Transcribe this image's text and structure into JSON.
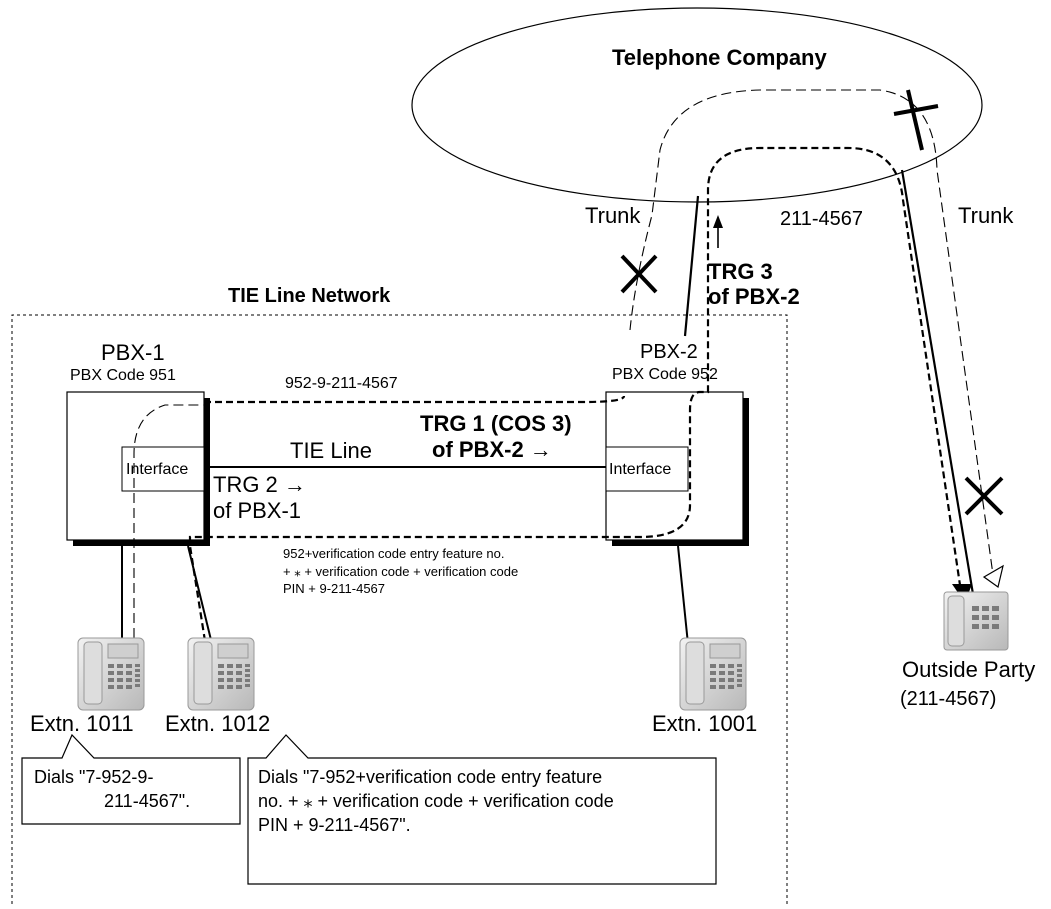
{
  "telco": {
    "label": "Telephone Company"
  },
  "trunk_left": "Trunk",
  "trunk_right": "Trunk",
  "dialed_number": "211-4567",
  "trg3": {
    "line1": "TRG 3",
    "line2": "of PBX-2"
  },
  "network_label": "TIE Line Network",
  "pbx1": {
    "name": "PBX-1",
    "code": "PBX Code 951",
    "interface": "Interface",
    "trg_line1": "TRG 2 →",
    "trg_line2": "of PBX-1"
  },
  "pbx2": {
    "name": "PBX-2",
    "code": "PBX Code 952",
    "interface": "Interface",
    "trg_line1": "TRG 1 (COS 3)",
    "trg_line2": "of PBX-2  →"
  },
  "route_number": "952-9-211-4567",
  "tie_line": "TIE Line",
  "verification_note": [
    "952+verification code entry feature no.",
    "+ ⁎ + verification code + verification code",
    "PIN + 9-211-4567"
  ],
  "extensions": {
    "ext1011": "Extn. 1011",
    "ext1012": "Extn. 1012",
    "ext1001": "Extn. 1001"
  },
  "outside_party": {
    "name": "Outside Party",
    "number": "(211-4567)"
  },
  "callout_1011": [
    "Dials \"7-952-9-",
    "211-4567\"."
  ],
  "callout_1012": [
    "Dials \"7-952+verification code entry feature",
    "no. + ⁎ + verification code + verification code",
    "PIN + 9-211-4567\"."
  ]
}
